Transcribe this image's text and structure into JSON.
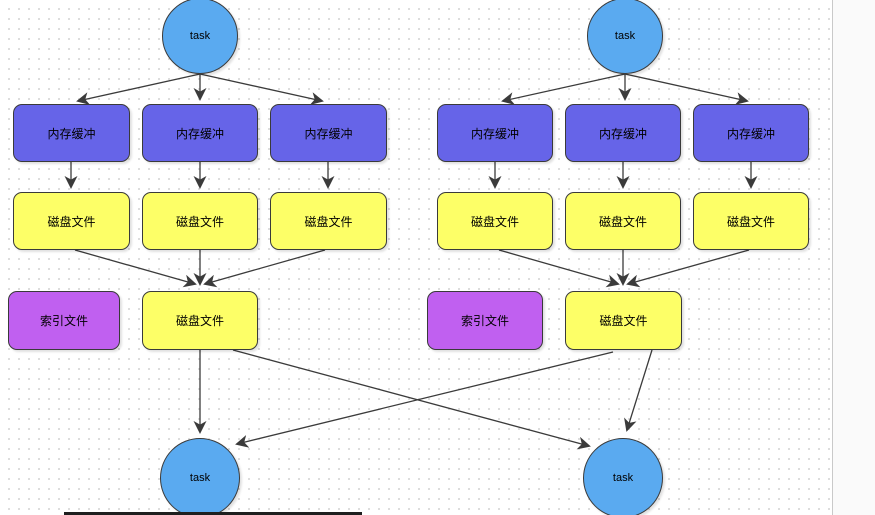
{
  "diagram": {
    "description": "Two parallel shuffle/spill flow diagrams on a dotted diagram-editor canvas",
    "edges_semantic": [
      {
        "from": "l-task-top",
        "to": "l-buffer-1"
      },
      {
        "from": "l-task-top",
        "to": "l-buffer-2"
      },
      {
        "from": "l-task-top",
        "to": "l-buffer-3"
      },
      {
        "from": "l-buffer-1",
        "to": "l-disk-1"
      },
      {
        "from": "l-buffer-2",
        "to": "l-disk-2"
      },
      {
        "from": "l-buffer-3",
        "to": "l-disk-3"
      },
      {
        "from": "l-disk-1",
        "to": "l-merged-disk"
      },
      {
        "from": "l-disk-2",
        "to": "l-merged-disk"
      },
      {
        "from": "l-disk-3",
        "to": "l-merged-disk"
      },
      {
        "from": "l-merged-disk",
        "to": "l-task-bottom"
      },
      {
        "from": "l-merged-disk",
        "to": "r-task-bottom"
      },
      {
        "from": "r-task-top",
        "to": "r-buffer-1"
      },
      {
        "from": "r-task-top",
        "to": "r-buffer-2"
      },
      {
        "from": "r-task-top",
        "to": "r-buffer-3"
      },
      {
        "from": "r-buffer-1",
        "to": "r-disk-1"
      },
      {
        "from": "r-buffer-2",
        "to": "r-disk-2"
      },
      {
        "from": "r-buffer-3",
        "to": "r-disk-3"
      },
      {
        "from": "r-disk-1",
        "to": "r-merged-disk"
      },
      {
        "from": "r-disk-2",
        "to": "r-merged-disk"
      },
      {
        "from": "r-disk-3",
        "to": "r-merged-disk"
      },
      {
        "from": "r-merged-disk",
        "to": "r-task-bottom"
      },
      {
        "from": "r-merged-disk",
        "to": "l-task-bottom"
      }
    ]
  },
  "colors": {
    "task_fill": "#5AAAF0",
    "buffer_fill": "#6664E8",
    "disk_fill": "#FDFF67",
    "index_fill": "#C060F0",
    "edge": "#3b3b3b",
    "grid_dot": "#d2d2d2",
    "panel_bg": "#fafafa",
    "scroll_thumb": "#1f1f1f"
  },
  "nodes": [
    {
      "id": "l-task-top",
      "type": "task",
      "label": "task"
    },
    {
      "id": "l-buffer-1",
      "type": "buffer",
      "label": "内存缓冲"
    },
    {
      "id": "l-buffer-2",
      "type": "buffer",
      "label": "内存缓冲"
    },
    {
      "id": "l-buffer-3",
      "type": "buffer",
      "label": "内存缓冲"
    },
    {
      "id": "l-disk-1",
      "type": "disk",
      "label": "磁盘文件"
    },
    {
      "id": "l-disk-2",
      "type": "disk",
      "label": "磁盘文件"
    },
    {
      "id": "l-disk-3",
      "type": "disk",
      "label": "磁盘文件"
    },
    {
      "id": "l-index",
      "type": "index",
      "label": "索引文件"
    },
    {
      "id": "l-merged-disk",
      "type": "disk",
      "label": "磁盘文件"
    },
    {
      "id": "l-task-bottom",
      "type": "task",
      "label": "task"
    },
    {
      "id": "r-task-top",
      "type": "task",
      "label": "task"
    },
    {
      "id": "r-buffer-1",
      "type": "buffer",
      "label": "内存缓冲"
    },
    {
      "id": "r-buffer-2",
      "type": "buffer",
      "label": "内存缓冲"
    },
    {
      "id": "r-buffer-3",
      "type": "buffer",
      "label": "内存缓冲"
    },
    {
      "id": "r-disk-1",
      "type": "disk",
      "label": "磁盘文件"
    },
    {
      "id": "r-disk-2",
      "type": "disk",
      "label": "磁盘文件"
    },
    {
      "id": "r-disk-3",
      "type": "disk",
      "label": "磁盘文件"
    },
    {
      "id": "r-index",
      "type": "index",
      "label": "索引文件"
    },
    {
      "id": "r-merged-disk",
      "type": "disk",
      "label": "磁盘文件"
    },
    {
      "id": "r-task-bottom",
      "type": "task",
      "label": "task"
    }
  ]
}
